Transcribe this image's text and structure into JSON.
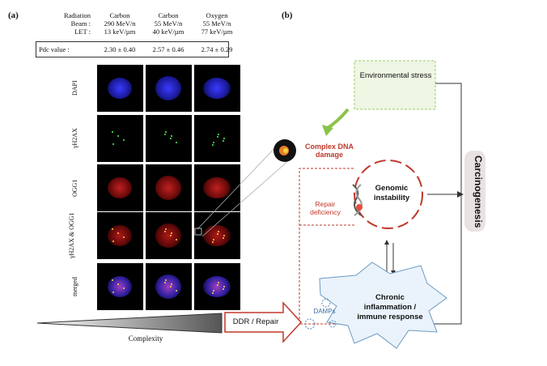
{
  "panel_a": {
    "label": "(a)",
    "header_labels": [
      "Radiation",
      "Beam :",
      "LET :"
    ],
    "columns": [
      {
        "radiation": "Carbon",
        "beam": "290 MeV/n",
        "let": "13 keV/µm",
        "pdc": "2.30 ± 0.40"
      },
      {
        "radiation": "Carbon",
        "beam": "55 MeV/n",
        "let": "40 keV/µm",
        "pdc": "2.57 ± 0.46"
      },
      {
        "radiation": "Oxygen",
        "beam": "55 MeV/n",
        "let": "77 keV/µm",
        "pdc": "2.74 ± 0.29"
      }
    ],
    "pdc_label": "Pdc value :",
    "rows": [
      "DAPI",
      "γH2AX",
      "OGG1",
      "γH2AX & OGG1",
      "merged"
    ],
    "complexity_label": "Complexity"
  },
  "panel_b": {
    "label": "(b)",
    "environmental_stress": "Environmental stress",
    "complex_dna_damage": "Complex DNA damage",
    "genomic_instability": "Genomic instability",
    "repair_deficiency": "Repair deficiency",
    "carcinogenesis": "Carcinogenesis",
    "chronic_inflammation": "Chronic inflammation / immune response",
    "damps": "DAMPs",
    "ddr_repair": "DDR / Repair"
  },
  "colors": {
    "accent_red": "#c0392b",
    "green": "#8bc34a",
    "dapi_blue": "#2a2aff",
    "ogg1_red": "#b01818"
  }
}
